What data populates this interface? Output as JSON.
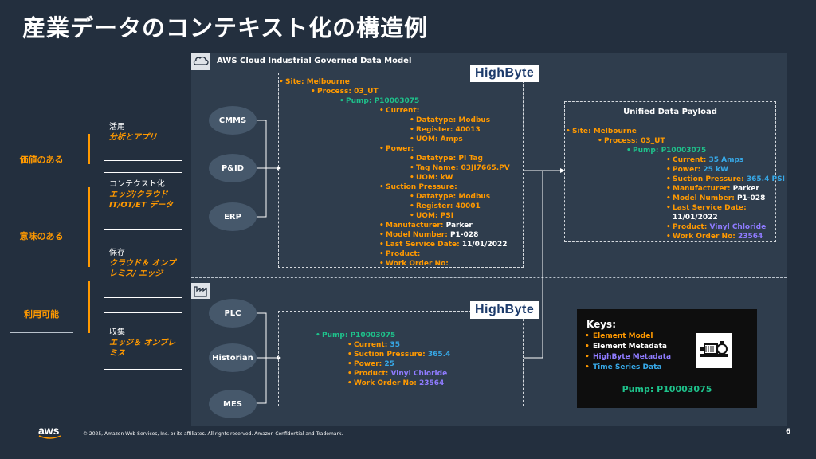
{
  "title": "産業データのコンテキスト化の構造例",
  "left": {
    "labels": [
      "価値のある",
      "意味のある",
      "利用可能"
    ],
    "stack": [
      {
        "title": "活用",
        "sub": "分析とアプリ"
      },
      {
        "title": "コンテクスト化",
        "sub": "エッジ/クラウド IT/OT/ET データ"
      },
      {
        "title": "保存",
        "sub": "クラウド＆ オンプレミス/ エッジ"
      },
      {
        "title": "収集",
        "sub": "エッジ＆ オンプレミス"
      }
    ]
  },
  "panel": {
    "title": "AWS Cloud Industrial Governed Data Model"
  },
  "sources_top": [
    "CMMS",
    "P&ID",
    "ERP"
  ],
  "sources_bottom": [
    "PLC",
    "Historian",
    "MES"
  ],
  "highbyte_logo": {
    "part1": "High",
    "part2": "Byte"
  },
  "model_tree": [
    {
      "level": 0,
      "label": "Site:",
      "value": "Melbourne",
      "cls": "or",
      "vcls": "or"
    },
    {
      "level": 1,
      "label": "Process:",
      "value": "03_UT",
      "cls": "or",
      "vcls": "or"
    },
    {
      "level": 2,
      "label": "Pump:",
      "value": "P10003075",
      "cls": "gr",
      "vcls": "gr"
    },
    {
      "level": 3,
      "label": "Current:",
      "value": "",
      "cls": "or",
      "vcls": "or"
    },
    {
      "level": 4,
      "label": "Datatype:",
      "value": "Modbus",
      "cls": "or",
      "vcls": "or"
    },
    {
      "level": 4,
      "label": "Register:",
      "value": "40013",
      "cls": "or",
      "vcls": "or"
    },
    {
      "level": 4,
      "label": "UOM:",
      "value": "Amps",
      "cls": "or",
      "vcls": "or"
    },
    {
      "level": 3,
      "label": "Power:",
      "value": "",
      "cls": "or",
      "vcls": "or"
    },
    {
      "level": 4,
      "label": "Datatype:",
      "value": "PI Tag",
      "cls": "or",
      "vcls": "or"
    },
    {
      "level": 4,
      "label": "Tag Name:",
      "value": "03JI7665.PV",
      "cls": "or",
      "vcls": "or"
    },
    {
      "level": 4,
      "label": "UOM:",
      "value": "kW",
      "cls": "or",
      "vcls": "or"
    },
    {
      "level": 3,
      "label": "Suction Pressure:",
      "value": "",
      "cls": "or",
      "vcls": "or"
    },
    {
      "level": 4,
      "label": "Datatype:",
      "value": "Modbus",
      "cls": "or",
      "vcls": "or"
    },
    {
      "level": 4,
      "label": "Register:",
      "value": "40001",
      "cls": "or",
      "vcls": "or"
    },
    {
      "level": 4,
      "label": "UOM:",
      "value": "PSI",
      "cls": "or",
      "vcls": "or"
    },
    {
      "level": 3,
      "label": "Manufacturer:",
      "value": "Parker",
      "cls": "or",
      "vcls": "wh"
    },
    {
      "level": 3,
      "label": "Model Number:",
      "value": "P1-028",
      "cls": "or",
      "vcls": "wh"
    },
    {
      "level": 3,
      "label": "Last Service Date:",
      "value": "11/01/2022",
      "cls": "or",
      "vcls": "wh"
    },
    {
      "level": 3,
      "label": "Product:",
      "value": "",
      "cls": "or",
      "vcls": "or"
    },
    {
      "level": 3,
      "label": "Work Order No:",
      "value": "",
      "cls": "or",
      "vcls": "or"
    }
  ],
  "udp": {
    "title": "Unified Data Payload",
    "tree": [
      {
        "level": 0,
        "label": "Site:",
        "value": "Melbourne",
        "cls": "or",
        "vcls": "or"
      },
      {
        "level": 1,
        "label": "Process:",
        "value": "03_UT",
        "cls": "or",
        "vcls": "or"
      },
      {
        "level": 2,
        "label": "Pump:",
        "value": "P10003075",
        "cls": "gr",
        "vcls": "gr"
      },
      {
        "level": 3,
        "label": "Current:",
        "value": "35 Amps",
        "cls": "or",
        "vcls": "bl"
      },
      {
        "level": 3,
        "label": "Power:",
        "value": "25 kW",
        "cls": "or",
        "vcls": "bl"
      },
      {
        "level": 3,
        "label": "Suction Pressure:",
        "value": "365.4 PSI",
        "cls": "or",
        "vcls": "bl"
      },
      {
        "level": 3,
        "label": "Manufacturer:",
        "value": "Parker",
        "cls": "or",
        "vcls": "wh"
      },
      {
        "level": 3,
        "label": "Model Number:",
        "value": "P1-028",
        "cls": "or",
        "vcls": "wh"
      },
      {
        "level": 3,
        "label": "Last Service Date:",
        "value": "",
        "cls": "or",
        "vcls": "or"
      },
      {
        "level": 3,
        "label": "",
        "value": "11/01/2022",
        "cls": "or",
        "vcls": "wh",
        "nobullet": true
      },
      {
        "level": 3,
        "label": "Product:",
        "value": "Vinyl Chloride",
        "cls": "or",
        "vcls": "pu"
      },
      {
        "level": 3,
        "label": "Work Order No:",
        "value": "23564",
        "cls": "or",
        "vcls": "pu"
      }
    ]
  },
  "bottom_tree": [
    {
      "level": 0,
      "label": "Pump:",
      "value": "P10003075",
      "cls": "gr",
      "vcls": "gr"
    },
    {
      "level": 1,
      "label": "Current:",
      "value": "35",
      "cls": "or",
      "vcls": "bl"
    },
    {
      "level": 1,
      "label": "Suction Pressure:",
      "value": "365.4",
      "cls": "or",
      "vcls": "bl"
    },
    {
      "level": 1,
      "label": "Power:",
      "value": "25",
      "cls": "or",
      "vcls": "bl"
    },
    {
      "level": 1,
      "label": "Product:",
      "value": "Vinyl Chloride",
      "cls": "or",
      "vcls": "pu"
    },
    {
      "level": 1,
      "label": "Work Order No:",
      "value": "23564",
      "cls": "or",
      "vcls": "pu"
    }
  ],
  "keys": {
    "title": "Keys:",
    "items": [
      {
        "label": "Element Model",
        "color": "#ff9900"
      },
      {
        "label": "Element Metadata",
        "color": "#ffffff"
      },
      {
        "label": "HighByte Metadata",
        "color": "#8f7bff"
      },
      {
        "label": "Time Series Data",
        "color": "#37a9e8"
      }
    ],
    "pump_label": "Pump: P10003075"
  },
  "footer": "© 2025, Amazon Web Services, Inc. or its affiliates. All rights reserved. Amazon Confidential and Trademark.",
  "aws": "aws",
  "page_number": "6"
}
